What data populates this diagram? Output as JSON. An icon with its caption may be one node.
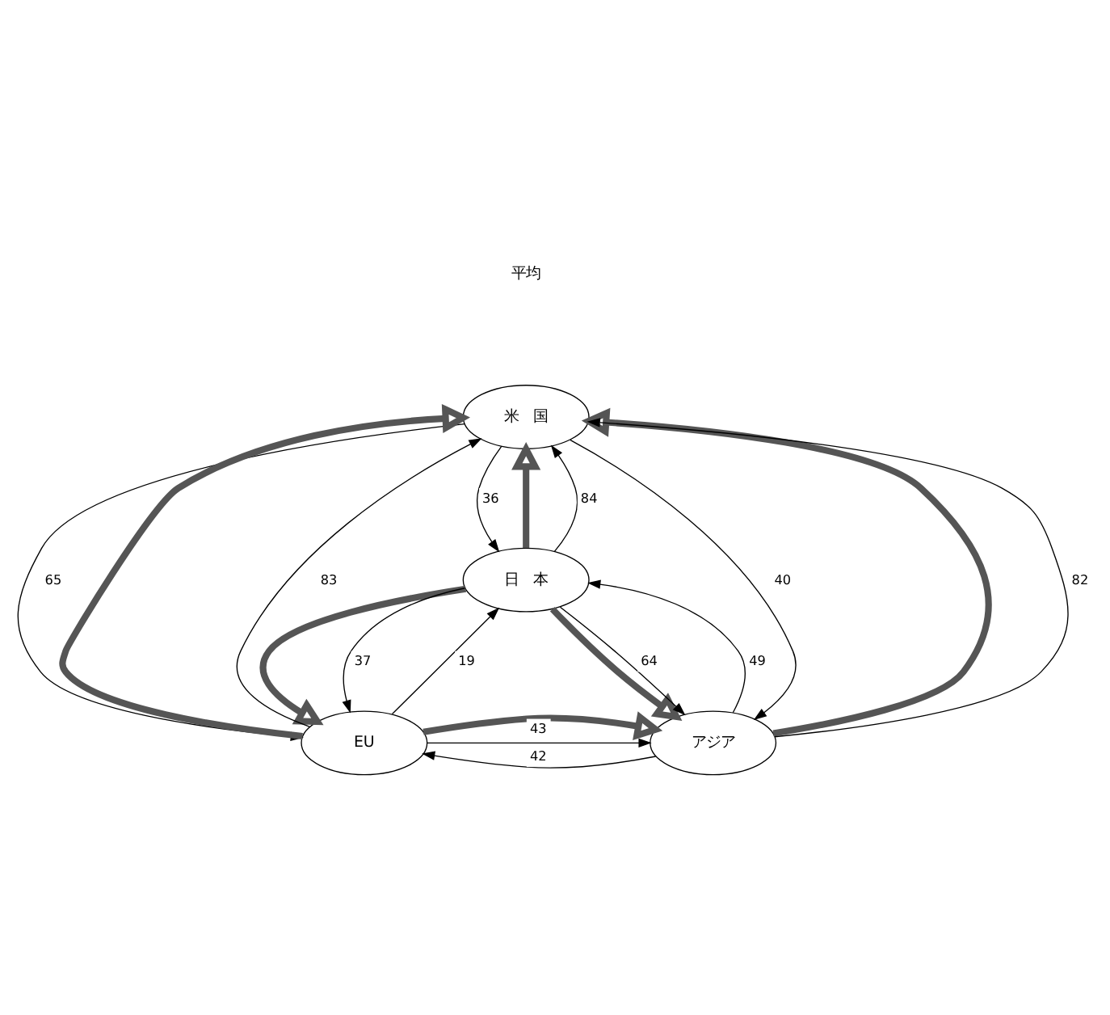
{
  "diagram": {
    "nodes": [
      {
        "text": [
          "米　国"
        ]
      },
      {
        "text": [
          "日　本"
        ]
      },
      {
        "text": [
          "EU"
        ]
      },
      {
        "text": [
          "アジア"
        ]
      }
    ],
    "edges": [
      {
        "from": 1,
        "to": 0,
        "arrow": "to",
        "style": "thick"
      },
      {
        "from": 0,
        "to": 1,
        "arrow": "to",
        "label": "36"
      },
      {
        "from": 1,
        "to": 0,
        "arrow": "to",
        "label": "84"
      },
      {
        "from": 2,
        "to": 0,
        "arrow": "to",
        "style": "thick"
      },
      {
        "from": 0,
        "to": 2,
        "arrow": "to",
        "label": "65"
      },
      {
        "from": 2,
        "to": 0,
        "arrow": "to",
        "label": "83"
      },
      {
        "from": 3,
        "to": 0,
        "arrow": "to",
        "style": "thick"
      },
      {
        "from": 0,
        "to": 3,
        "arrow": "to",
        "label": "40"
      },
      {
        "from": 3,
        "to": 0,
        "arrow": "to",
        "label": "82"
      },
      {
        "from": 1,
        "to": 2,
        "arrow": "to",
        "style": "thick"
      },
      {
        "from": 1,
        "to": 2,
        "arrow": "to",
        "label": "37"
      },
      {
        "from": 2,
        "to": 1,
        "arrow": "to",
        "label": "19"
      },
      {
        "from": 1,
        "to": 3,
        "arrow": "to",
        "style": "thick"
      },
      {
        "from": 3,
        "to": 1,
        "arrow": "to",
        "label": "49"
      },
      {
        "from": 1,
        "to": 3,
        "arrow": "to",
        "label": "64"
      },
      {
        "from": 2,
        "to": 3,
        "arrow": "to",
        "style": "thick"
      },
      {
        "from": 2,
        "to": 3,
        "arrow": "to",
        "label": "43"
      },
      {
        "from": 3,
        "to": 2,
        "arrow": "to",
        "label": "42"
      }
    ],
    "labels": [
      "平均"
    ]
  }
}
